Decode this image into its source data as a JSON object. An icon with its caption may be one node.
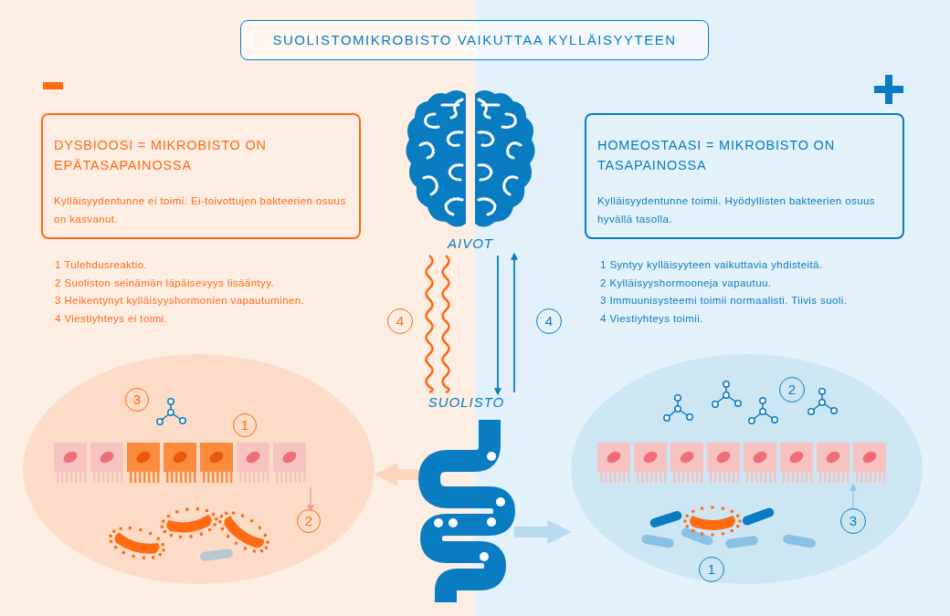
{
  "diagram": {
    "title": "SUOLISTOMIKROBISTO VAIKUTTAA KYLLÄISYYTEEN",
    "nodes": [
      {
        "text": [
          "DYSBIOOSI = MIKROBISTO ON EPÄTASAPAINOSSA",
          "Kylläisyydentunne ei toimi. Ei-toivottujen bakteerien osuus on kasvanut."
        ]
      },
      {
        "text": [],
        "shape": "picture",
        "beside": [
          "AIVOT"
        ]
      },
      {
        "text": [
          "HOMEOSTAASI = MIKROBISTO ON TASAPAINOSSA",
          "Kylläisyydentunne toimii. Hyödyllisten bakteerien osuus hyvällä tasolla."
        ]
      },
      {
        "text": [
          "4"
        ]
      },
      {
        "text": [
          "4"
        ]
      },
      {
        "text": [],
        "shape": "picture",
        "beside": [
          "SUOLISTO"
        ]
      },
      {
        "text": [],
        "shape": "ellipse"
      },
      {
        "text": [
          "3"
        ],
        "in": 6
      },
      {
        "text": [
          "1"
        ],
        "in": 6
      },
      {
        "text": [
          "2"
        ],
        "in": 6
      },
      {
        "text": [],
        "shape": "ellipse"
      },
      {
        "text": [
          "2"
        ],
        "in": 10
      },
      {
        "text": [
          "3"
        ],
        "in": 10
      },
      {
        "text": [
          "1"
        ],
        "in": 10
      }
    ],
    "edges": [
      {
        "from": 1,
        "to": 5,
        "arrow": "none",
        "color": "#ff6a13"
      },
      {
        "from": 1,
        "to": 5,
        "arrow": "none",
        "color": "#ff6a13"
      },
      {
        "from": 1,
        "to": 5,
        "arrow": "to",
        "color": "#0a7cc1"
      },
      {
        "from": 5,
        "to": 1,
        "arrow": "to",
        "color": "#0a7cc1"
      },
      {
        "from": 5,
        "to": 6,
        "arrow": "to",
        "style": "thick",
        "color": "#fcd5bd"
      },
      {
        "from": 5,
        "to": 10,
        "arrow": "to",
        "style": "thick",
        "color": "#b8daef"
      },
      {
        "from": null,
        "to": 9,
        "arrow": "to",
        "color": "#f19a9c"
      },
      {
        "from": 12,
        "to": null,
        "arrow": "to",
        "color": "#8cc4e8"
      }
    ],
    "labels": [
      "1 Tulehdusreaktio.",
      "2 Suoliston seinämän läpäisevyys lisääntyy.",
      "3 Heikentynyt kylläisyyshormonien vapautuminen.",
      "4 Viestiyhteys ei toimi.",
      "1 Syntyy kylläisyyteen vaikuttavia yhdisteitä.",
      "2 Kylläisyyshormooneja vapautuu.",
      "3 Immuunisysteemi toimii normaalisti. Tiivis suoli.",
      "4 Viestiyhteys toimii."
    ]
  }
}
